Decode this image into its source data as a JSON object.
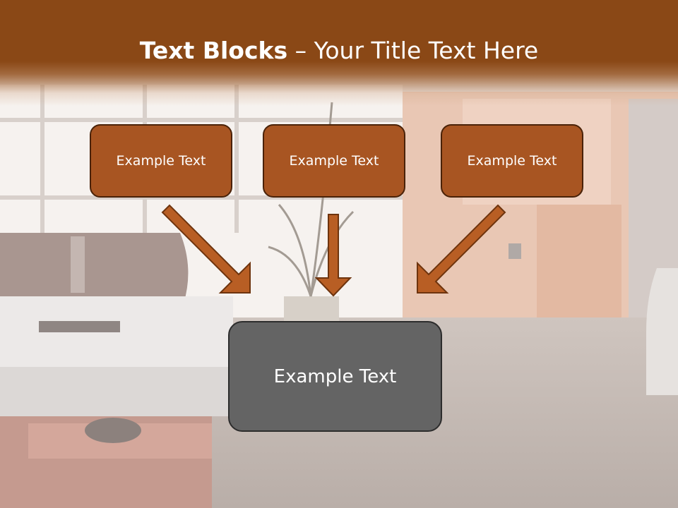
{
  "header": {
    "title_bold": "Text Blocks",
    "title_rest": " – Your Title Text Here"
  },
  "boxes": {
    "top": [
      "Example Text",
      "Example Text",
      "Example Text"
    ],
    "bottom": "Example Text"
  },
  "colors": {
    "header_bar": "#8a4816",
    "box_fill": "#a85522",
    "box_border": "#4a2208",
    "center_fill": "#646464",
    "arrow_fill": "#b85e24"
  }
}
